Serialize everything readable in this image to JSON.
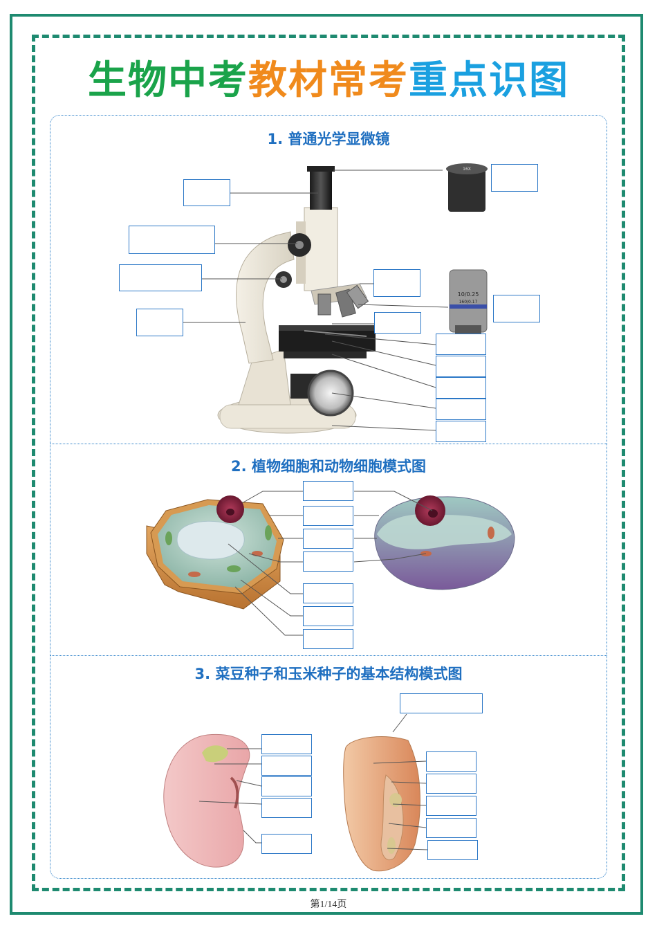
{
  "header": {
    "title_part1": "生物中考",
    "title_part2": "教材常考",
    "title_part3": "重点识图"
  },
  "sections": [
    {
      "title": "1. 普通光学显微镜"
    },
    {
      "title": "2. 植物细胞和动物细胞模式图"
    },
    {
      "title": "3. 菜豆种子和玉米种子的基本结构模式图"
    }
  ],
  "footer": {
    "page": "第1/14页"
  },
  "colors": {
    "frame": "#1e8a70",
    "box_border": "#2b77c6",
    "section_title": "#1f6fc0",
    "title_green": "#1aa34a",
    "title_orange": "#f08a1c",
    "title_blue": "#1aa0e0"
  },
  "microscope_part_text": {
    "eyepiece_mark": "16X",
    "objective_mark": "10/0.25",
    "objective_mark2": "160/0.17"
  }
}
